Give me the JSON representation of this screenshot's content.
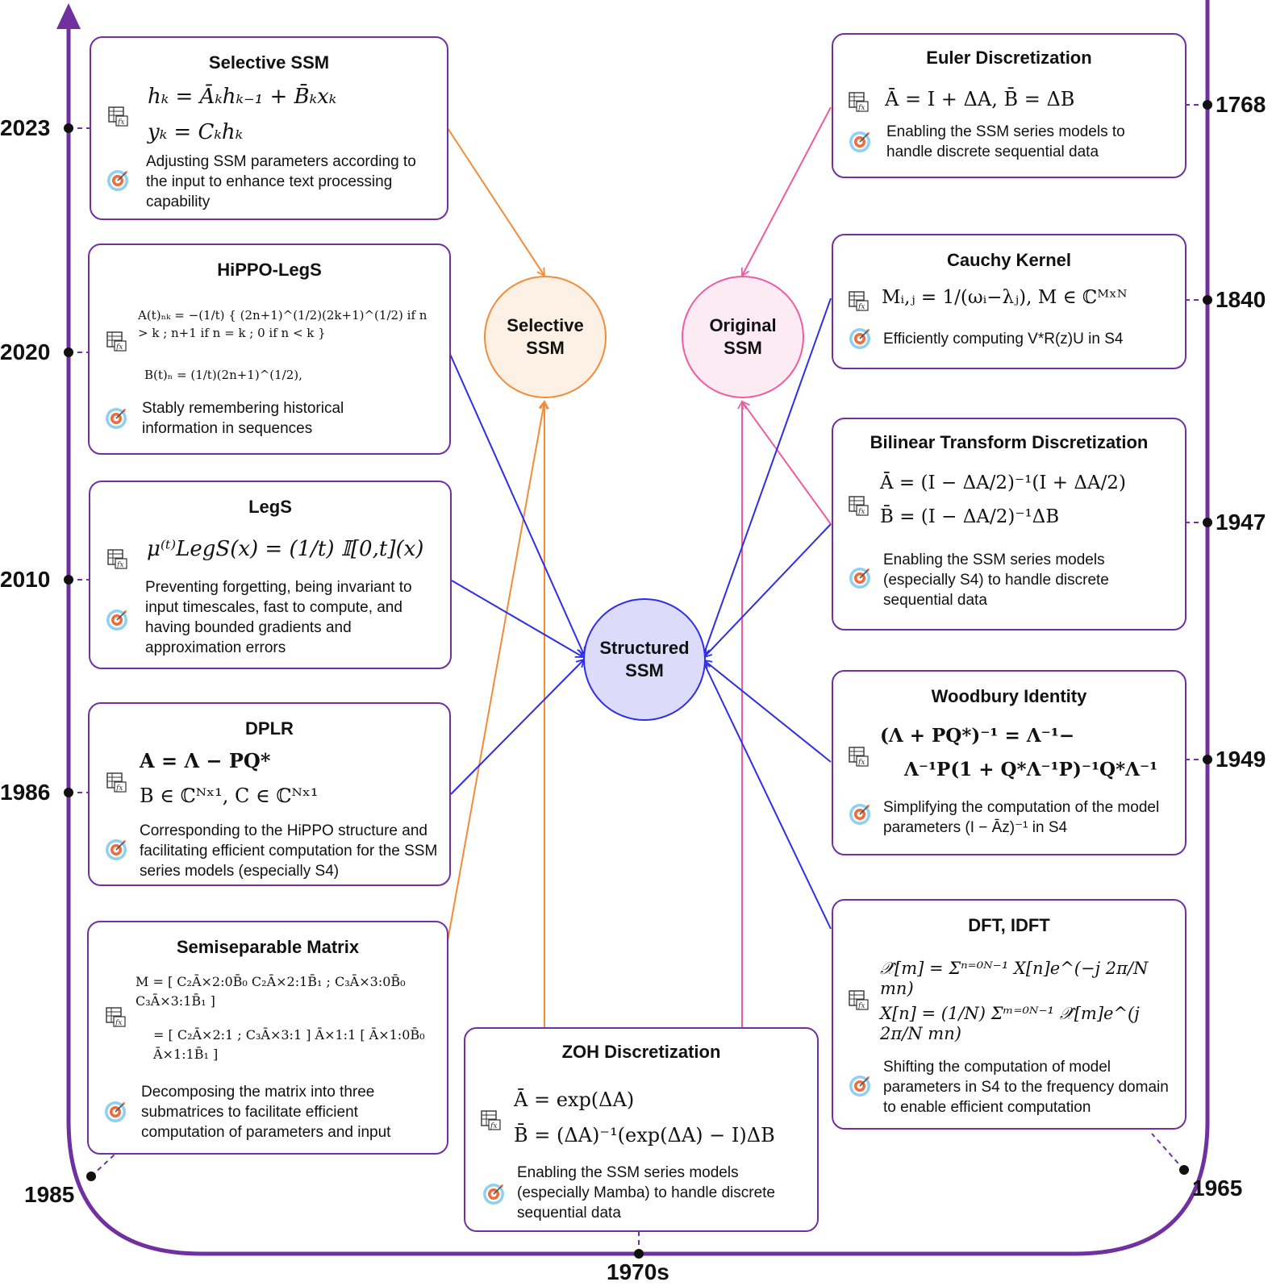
{
  "years": {
    "y2023": "2023",
    "y2020": "2020",
    "y2010": "2010",
    "y1986": "1986",
    "y1985": "1985",
    "y1970s": "1970s",
    "y1965": "1965",
    "y1949": "1949",
    "y1947": "1947",
    "y1840": "1840",
    "y1768": "1768"
  },
  "nodes": {
    "selective": [
      "Selective",
      "SSM"
    ],
    "original": [
      "Original",
      "SSM"
    ],
    "structured": [
      "Structured",
      "SSM"
    ]
  },
  "cards": {
    "selective_ssm": {
      "title": "Selective SSM",
      "eq1": "hₖ = Āₖhₖ₋₁ + B̄ₖxₖ",
      "eq2": "yₖ = Cₖhₖ",
      "desc": "Adjusting SSM parameters according to the input to enhance text processing capability"
    },
    "hippo_legs": {
      "title": "HiPPO-LegS",
      "eq1": "A(t)ₙₖ = −(1/t) { (2n+1)^(1/2)(2k+1)^(1/2)  if n > k ; n+1  if n = k ; 0  if n < k }",
      "eq2": "B(t)ₙ = (1/t)(2n+1)^(1/2),",
      "desc": "Stably remembering historical information in sequences"
    },
    "legs": {
      "title": "LegS",
      "eq1": "μ⁽ᵗ⁾LegS(x) = (1/t) 𝕀[0,t](x)",
      "desc": "Preventing forgetting, being invariant to input timescales, fast to compute, and having bounded gradients and approximation errors"
    },
    "dplr": {
      "title": "DPLR",
      "eq1": "A = Λ − PQ*",
      "eq2": "B ∈ ℂᴺˣ¹, C ∈ ℂᴺˣ¹",
      "desc": "Corresponding to the HiPPO structure and facilitating efficient computation for the SSM series models (especially S4)"
    },
    "semiseparable": {
      "title": "Semiseparable Matrix",
      "eq1": "M = [ C₂Ā×2:0B̄₀  C₂Ā×2:1B̄₁ ; C₃Ā×3:0B̄₀  C₃Ā×3:1B̄₁ ]",
      "eq2": "= [ C₂Ā×2:1 ; C₃Ā×3:1 ] Ā×1:1 [ Ā×1:0B̄₀  Ā×1:1B̄₁ ]",
      "desc": "Decomposing the matrix into three submatrices to facilitate efficient computation of parameters and input"
    },
    "zoh": {
      "title": "ZOH Discretization",
      "eq1": "Ā = exp(ΔA)",
      "eq2": "B̄ = (ΔA)⁻¹(exp(ΔA) − I)ΔB",
      "desc": "Enabling the SSM series models (especially Mamba) to handle discrete sequential data"
    },
    "euler": {
      "title": "Euler Discretization",
      "eq1": "Ā = I + ΔA,    B̄ = ΔB",
      "desc": "Enabling the SSM series models to handle discrete sequential data"
    },
    "cauchy": {
      "title": "Cauchy Kernel",
      "eq1": "Mᵢ,ⱼ = 1/(ωᵢ−λⱼ), M ∈ ℂᴹˣᴺ",
      "desc": "Efficiently computing V*R(z)U in S4"
    },
    "bilinear": {
      "title": "Bilinear Transform Discretization",
      "eq1": "Ā = (I − ΔA/2)⁻¹(I + ΔA/2)",
      "eq2": "B̄ = (I − ΔA/2)⁻¹ΔB",
      "desc": "Enabling the SSM series models (especially S4) to handle discrete sequential data"
    },
    "woodbury": {
      "title": "Woodbury Identity",
      "eq1": "(Λ + PQ*)⁻¹ = Λ⁻¹−",
      "eq2": "Λ⁻¹P(1 + Q*Λ⁻¹P)⁻¹Q*Λ⁻¹",
      "desc": "Simplifying the computation of the model parameters (I − Āz)⁻¹ in S4"
    },
    "dft": {
      "title": "DFT, IDFT",
      "eq1": "𝒳̂[m] = Σⁿ⁼⁰ᴺ⁻¹ X[n]e^(−j 2π/N mn)",
      "eq2": "X[n] = (1/N) Σᵐ⁼⁰ᴺ⁻¹ 𝒳̂[m]e^(j 2π/N mn)",
      "desc": "Shifting the computation of model parameters in S4 to the frequency domain to enable efficient computation"
    }
  },
  "colors": {
    "timeline": "#7030a0",
    "selective": "#f28c38",
    "original": "#ef5ba1",
    "structured": "#2e2ee6",
    "structured_fill": "#dcdcfa",
    "selective_fill": "#fdf1e6",
    "original_fill": "#fdebf3"
  },
  "icons": {
    "formula": "formula-table-icon",
    "goal": "target-goal-icon"
  }
}
